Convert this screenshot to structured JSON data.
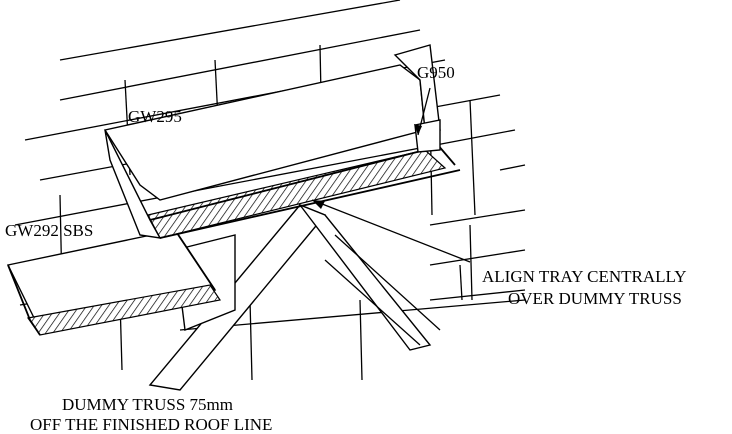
{
  "labels": {
    "g950": "G950",
    "gw295": "GW295",
    "gw292": "GW292 SBS",
    "align_line1": "ALIGN TRAY CENTRALLY",
    "align_line2": "OVER DUMMY TRUSS",
    "truss_line1": "DUMMY TRUSS 75mm",
    "truss_line2": "OFF THE FINISHED ROOF LINE"
  }
}
